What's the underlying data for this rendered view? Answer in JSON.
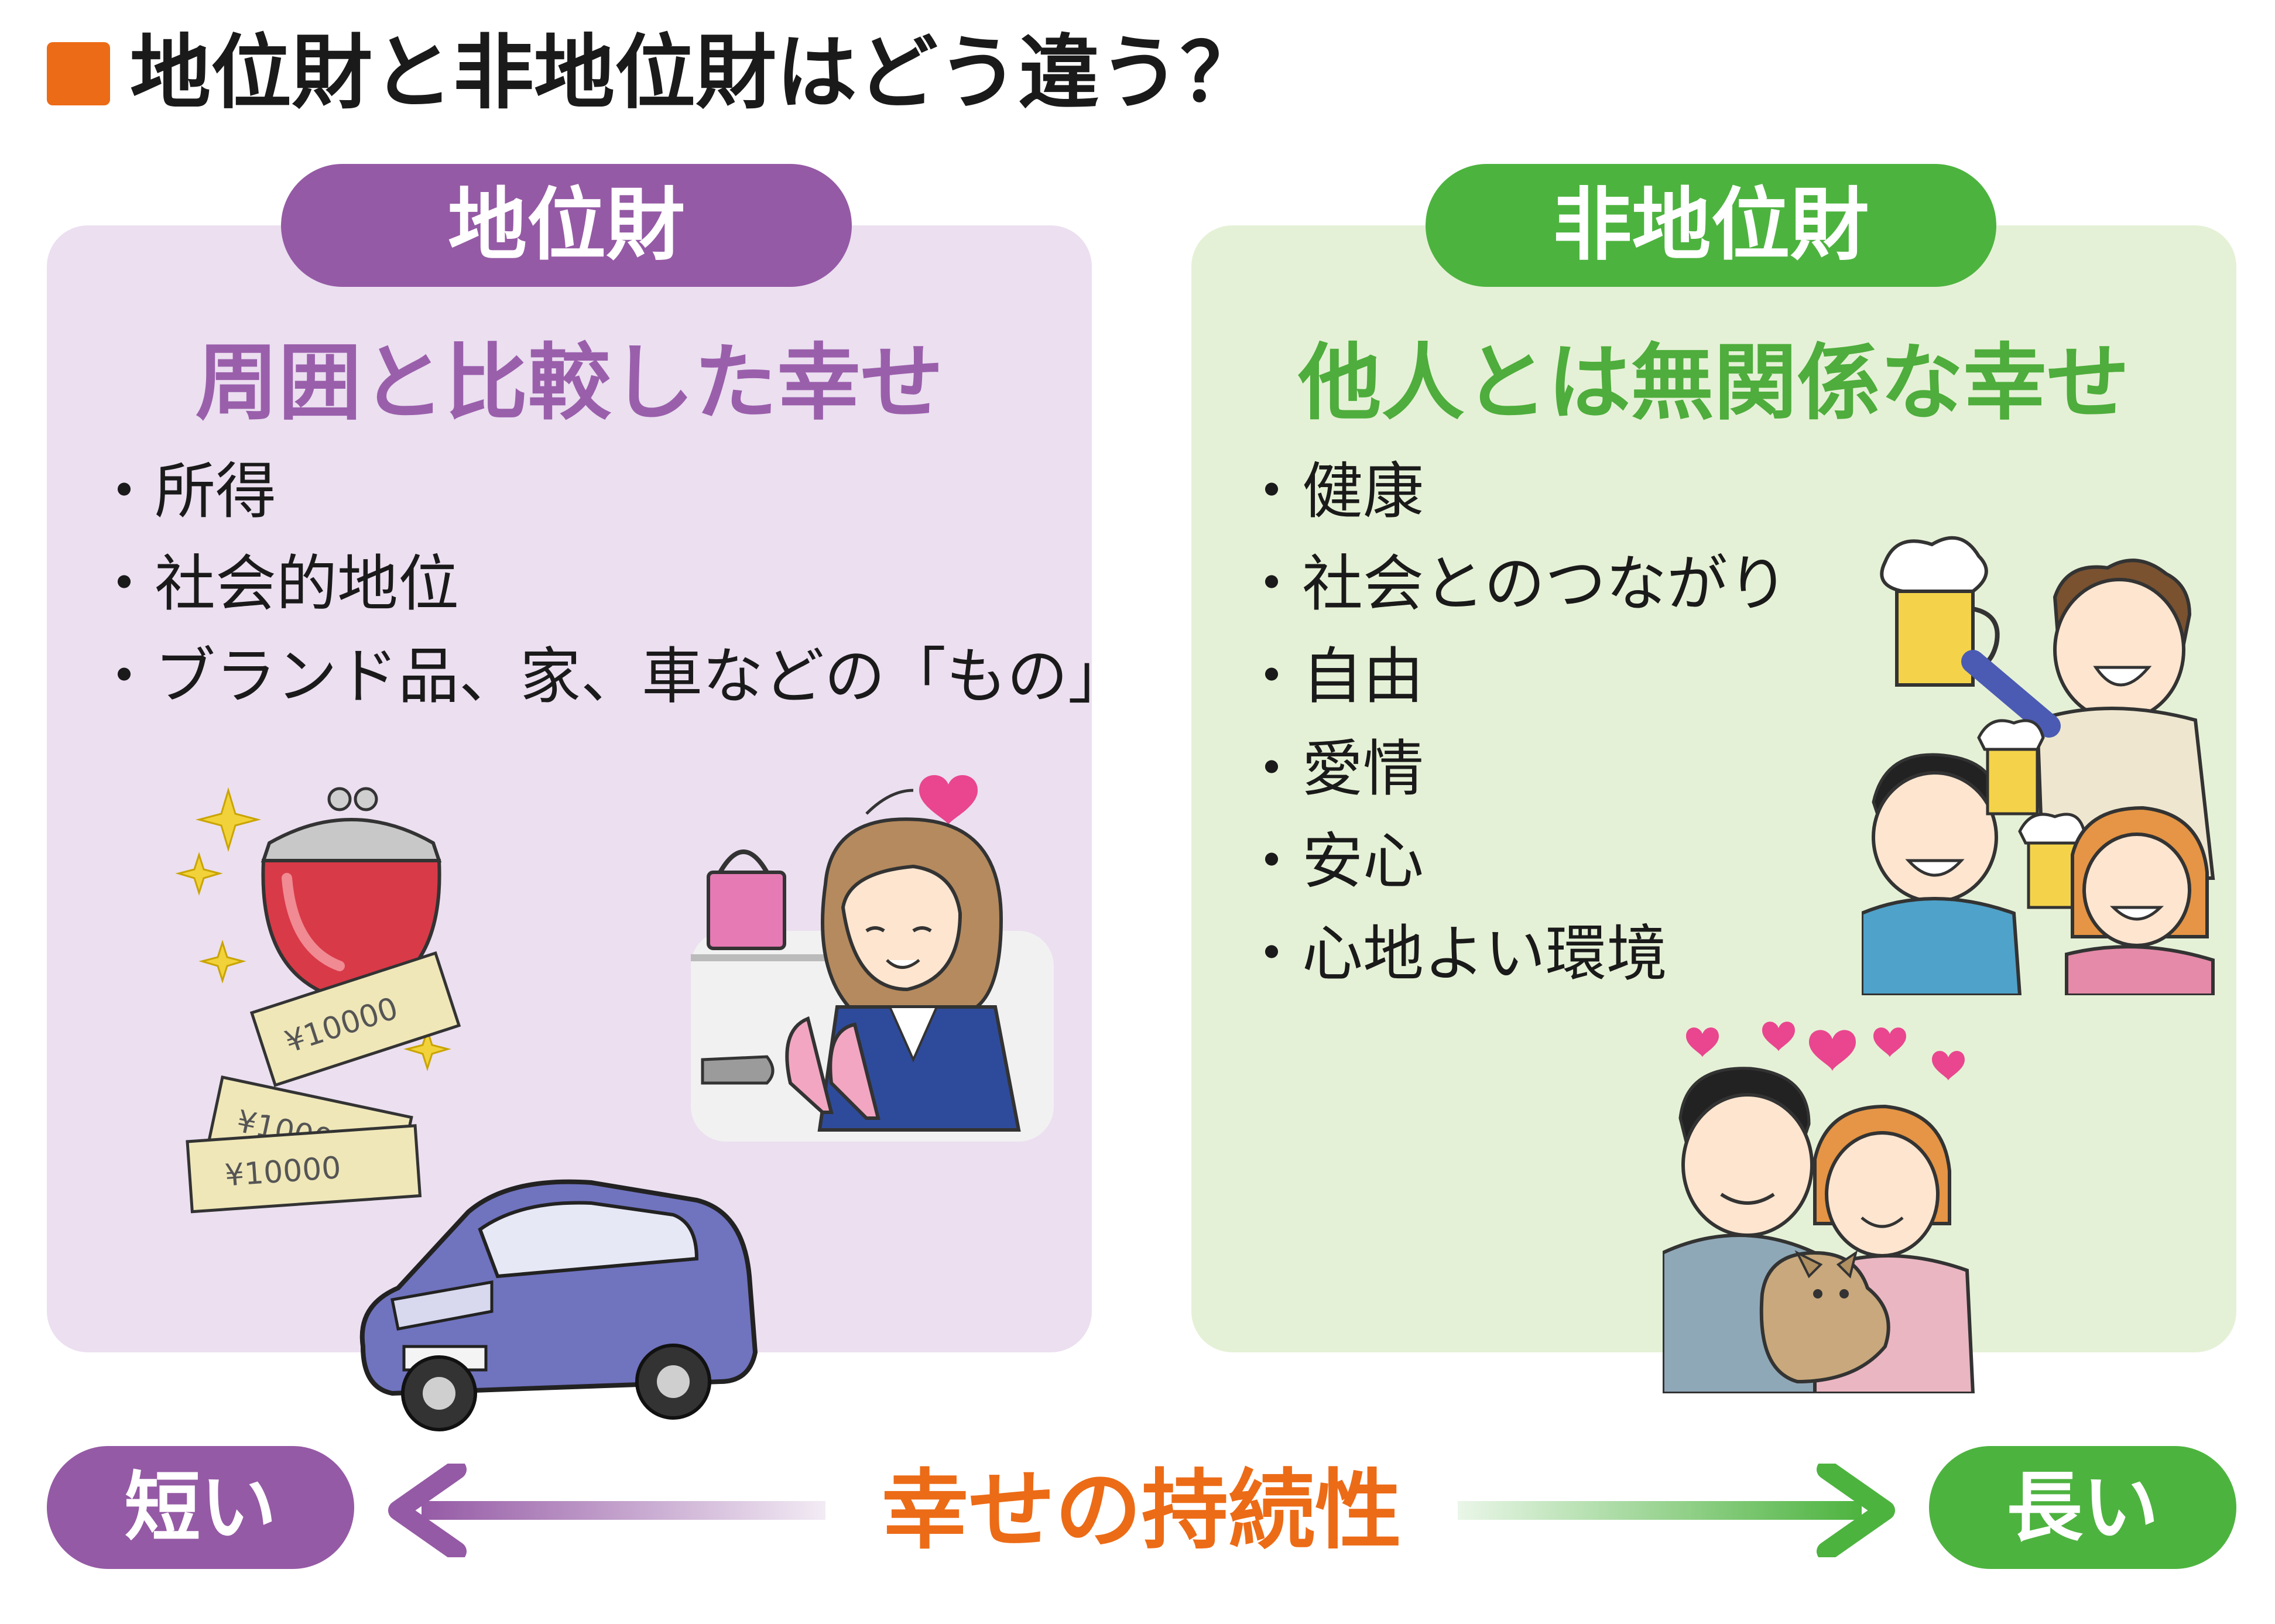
{
  "header": {
    "title": "地位財と非地位財はどう違う？"
  },
  "positional": {
    "badge": "地位財",
    "subtitle": "周囲と比較した幸せ",
    "items": [
      "・所得",
      "・社会的地位",
      "・ブランド品、家、車などの「もの」"
    ]
  },
  "non_positional": {
    "badge": "非地位財",
    "subtitle": "他人とは無関係な幸せ",
    "items": [
      "・健康",
      "・社会とのつながり",
      "・自由",
      "・愛情",
      "・安心",
      "・心地よい環境"
    ]
  },
  "scale": {
    "short_label": "短い",
    "center_label": "幸せの持続性",
    "long_label": "長い"
  },
  "banknotes": [
    "¥10000",
    "¥10000",
    "¥10000"
  ],
  "colors": {
    "orange": "#ec6b16",
    "purple": "#955aa5",
    "green": "#4db33f",
    "left_panel_bg": "#ebdff0",
    "right_panel_bg": "#e5f1d6"
  }
}
